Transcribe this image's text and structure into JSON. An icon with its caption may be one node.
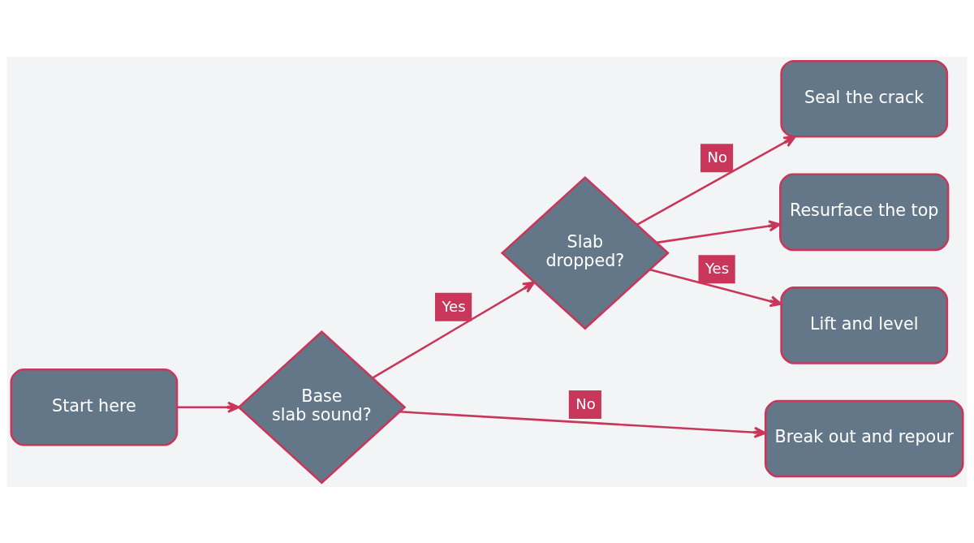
{
  "diagram": {
    "nodes": [
      {
        "text": [
          "Start here"
        ]
      },
      {
        "text": [
          "Base slab sound?"
        ]
      },
      {
        "text": [
          "Slab dropped?"
        ]
      },
      {
        "text": [
          "Seal the crack"
        ]
      },
      {
        "text": [
          "Resurface the top"
        ]
      },
      {
        "text": [
          "Lift and level"
        ]
      },
      {
        "text": [
          "Break out and repour"
        ]
      }
    ],
    "edges": [
      {
        "from": 0,
        "to": 1,
        "arrow": "to"
      },
      {
        "from": 1,
        "to": 2,
        "arrow": "to",
        "label": "Yes"
      },
      {
        "from": 2,
        "to": 3,
        "arrow": "to",
        "label": "No"
      },
      {
        "from": 2,
        "to": 4,
        "arrow": "to"
      },
      {
        "from": 2,
        "to": 5,
        "arrow": "to",
        "label": "Yes"
      },
      {
        "from": 1,
        "to": 6,
        "arrow": "to",
        "label": "No"
      }
    ]
  }
}
